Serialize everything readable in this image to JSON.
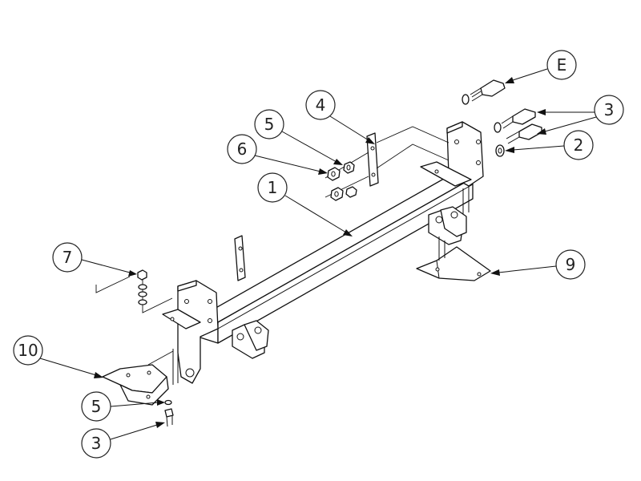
{
  "callouts": [
    {
      "id": "c1",
      "label": "1"
    },
    {
      "id": "c2",
      "label": "2"
    },
    {
      "id": "c3a",
      "label": "3"
    },
    {
      "id": "c3b",
      "label": "3"
    },
    {
      "id": "c4",
      "label": "4"
    },
    {
      "id": "c5a",
      "label": "5"
    },
    {
      "id": "c5b",
      "label": "5"
    },
    {
      "id": "c6",
      "label": "6"
    },
    {
      "id": "c7",
      "label": "7"
    },
    {
      "id": "c9",
      "label": "9"
    },
    {
      "id": "c10",
      "label": "10"
    },
    {
      "id": "cE",
      "label": "E"
    }
  ]
}
